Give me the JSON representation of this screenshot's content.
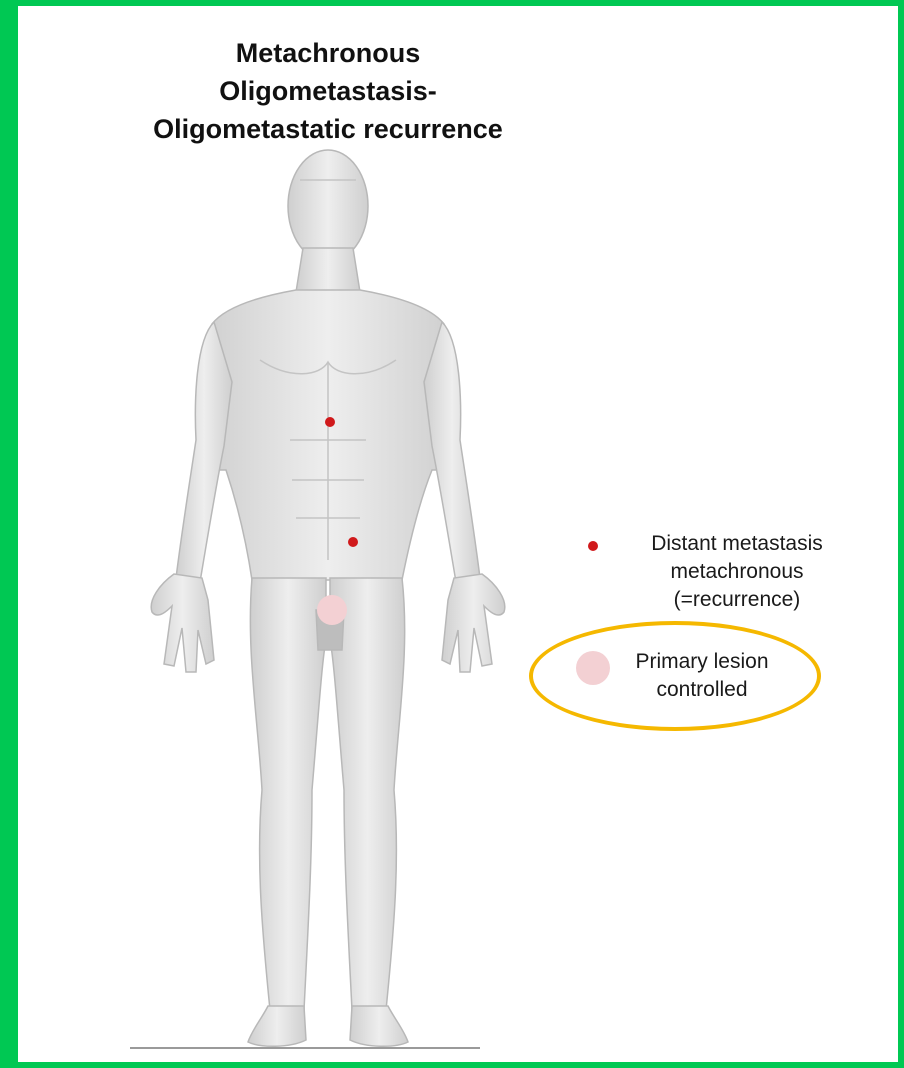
{
  "title": {
    "lines": [
      "Metachronous",
      "Oligometastasis-",
      "Oligometastatic recurrence"
    ]
  },
  "legend": {
    "distant_metastasis": {
      "lines": [
        "Distant metastasis",
        "metachronous",
        "(=recurrence)"
      ],
      "marker_color": "#d0191b"
    },
    "primary_lesion": {
      "lines": [
        "Primary lesion",
        "controlled"
      ],
      "marker_color": "#f3d0d3"
    }
  },
  "colors": {
    "frame_border": "#00c853",
    "highlight_ellipse": "#f5b800",
    "body_fill": "#e4e4e4"
  }
}
